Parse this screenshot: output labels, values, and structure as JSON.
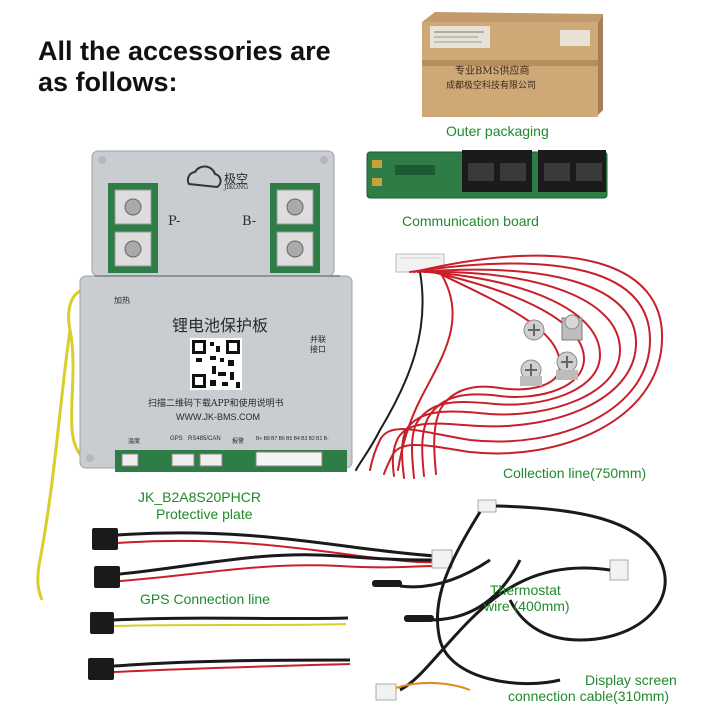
{
  "headline": {
    "line1": "All the accessories are",
    "line2": "as follows:"
  },
  "labels": {
    "outer_packaging": "Outer packaging",
    "communication_board": "Communication board",
    "collection_line": "Collection line(750mm)",
    "protective_plate_model": "JK_B2A8S20PHCR",
    "protective_plate": "Protective plate",
    "gps_line": "GPS Connection line",
    "thermostat_1": "Thermostat",
    "thermostat_2": "wire (400mm)",
    "display_cable_1": "Display screen",
    "display_cable_2": "connection cable(310mm)"
  },
  "box_print": {
    "line1": "专业BMS供应商",
    "line2": "成都极空科技有限公司"
  },
  "plate_print": {
    "brand_cn": "极空",
    "brand_en": "JIKONG",
    "terminal_p": "P-",
    "terminal_b": "B-",
    "heat": "加热",
    "title_cn": "锂电池保护板",
    "parallel_1": "并联",
    "parallel_2": "接口",
    "scan_text": "扫描二维码下载APP和使用说明书",
    "website": "WWW.JK-BMS.COM",
    "port_temp": "温度",
    "port_gps": "GPS",
    "port_rs485": "RS485/CAN",
    "port_alarm": "报警",
    "port_cells": "B+ B8 B7 B6 B5 B4 B3 B2 B1 B-"
  },
  "colors": {
    "label_green": "#1f8a2c",
    "headline": "#111111",
    "wire_red": "#c8202a",
    "board_green": "#2e7d46"
  }
}
